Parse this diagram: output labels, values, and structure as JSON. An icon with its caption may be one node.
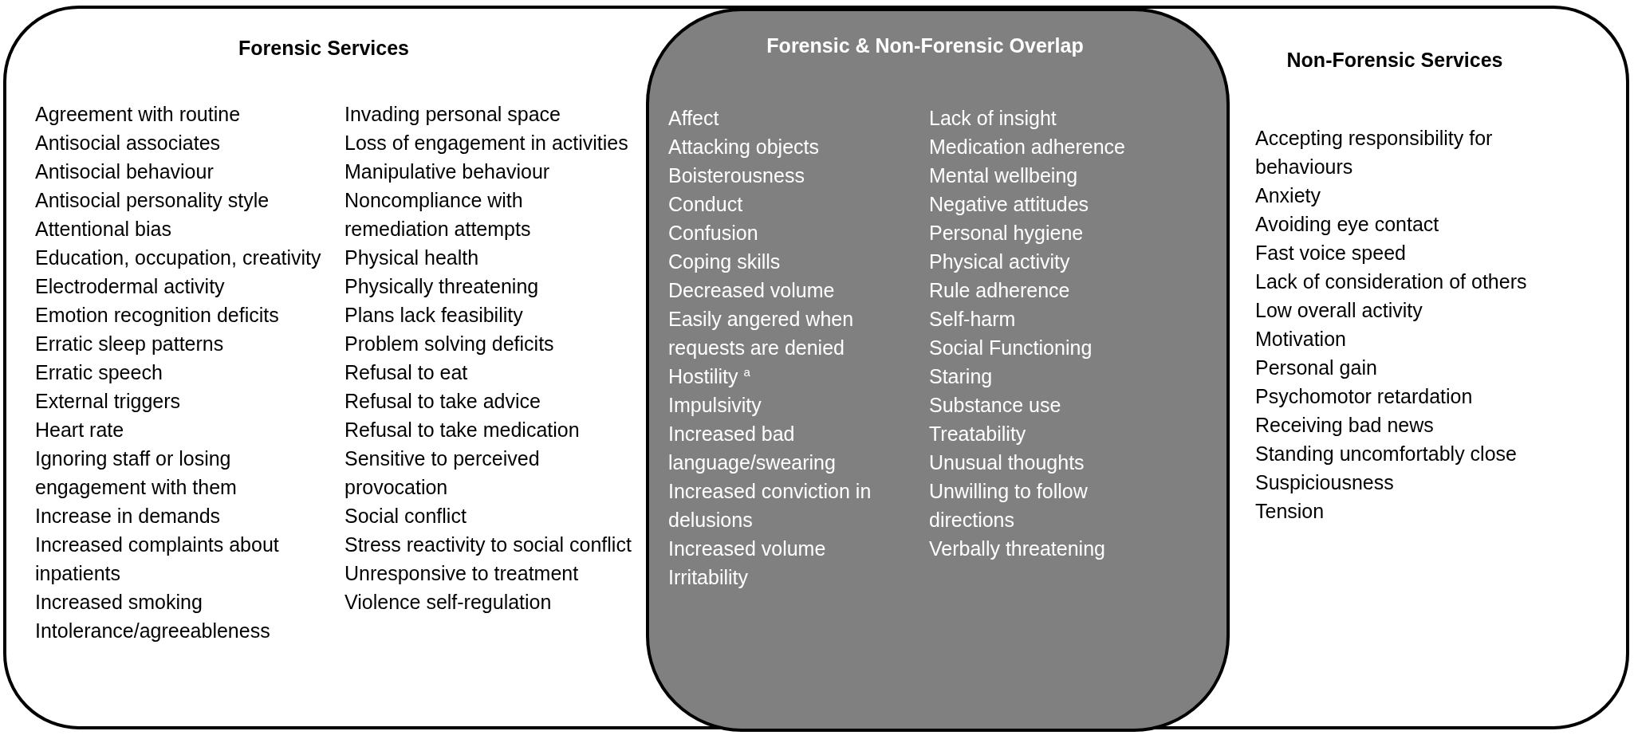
{
  "diagram": {
    "nodes": [
      {
        "text": [
          "Forensic Services",
          "Agreement with routine",
          "Antisocial associates",
          "Antisocial behaviour",
          "Antisocial personality style",
          "Attentional bias",
          "Education, occupation, creativity",
          "Electrodermal activity",
          "Emotion recognition deficits",
          "Erratic sleep patterns",
          "Erratic speech",
          "External triggers",
          "Heart rate",
          "Ignoring staff or losing engagement with them",
          "Increase in demands",
          "Increased complaints about inpatients",
          "Increased smoking",
          "Intolerance/agreeableness",
          "Invading personal space",
          "Loss of engagement in activities",
          "Manipulative behaviour",
          "Noncompliance with remediation attempts",
          "Physical health",
          "Physically threatening",
          "Plans lack feasibility",
          "Problem solving deficits",
          "Refusal to eat",
          "Refusal to take advice",
          "Refusal to take medication",
          "Sensitive to perceived provocation",
          "Social conflict",
          "Stress reactivity to social conflict",
          "Unresponsive to treatment",
          "Violence self-regulation",
          "Non-Forensic Services",
          "Accepting responsibility for behaviours",
          "Anxiety",
          "Avoiding eye contact",
          "Fast voice speed",
          "Lack of consideration of others",
          "Low overall activity",
          "Motivation",
          "Personal gain",
          "Psychomotor retardation",
          "Receiving bad news",
          "Standing uncomfortably close",
          "Suspiciousness",
          "Tension"
        ]
      },
      {
        "text": [
          "Forensic & Non-Forensic Overlap",
          "Affect",
          "Attacking objects",
          "Boisterousness",
          "Conduct",
          "Confusion",
          "Coping skills",
          "Decreased volume",
          "Easily angered when requests are denied",
          "Hostility $^{a}$",
          "Impulsivity",
          "Increased bad language/swearing",
          "Increased conviction in delusions",
          "Increased volume",
          "Irritability",
          "Lack of insight",
          "Medication adherence",
          "Mental wellbeing",
          "Negative attitudes",
          "Personal hygiene",
          "Physical activity",
          "Rule adherence",
          "Self-harm",
          "Social Functioning",
          "Staring",
          "Substance use",
          "Treatability",
          "Unusual thoughts",
          "Unwilling to follow directions",
          "Verbally threatening"
        ],
        "in": 0
      }
    ]
  }
}
